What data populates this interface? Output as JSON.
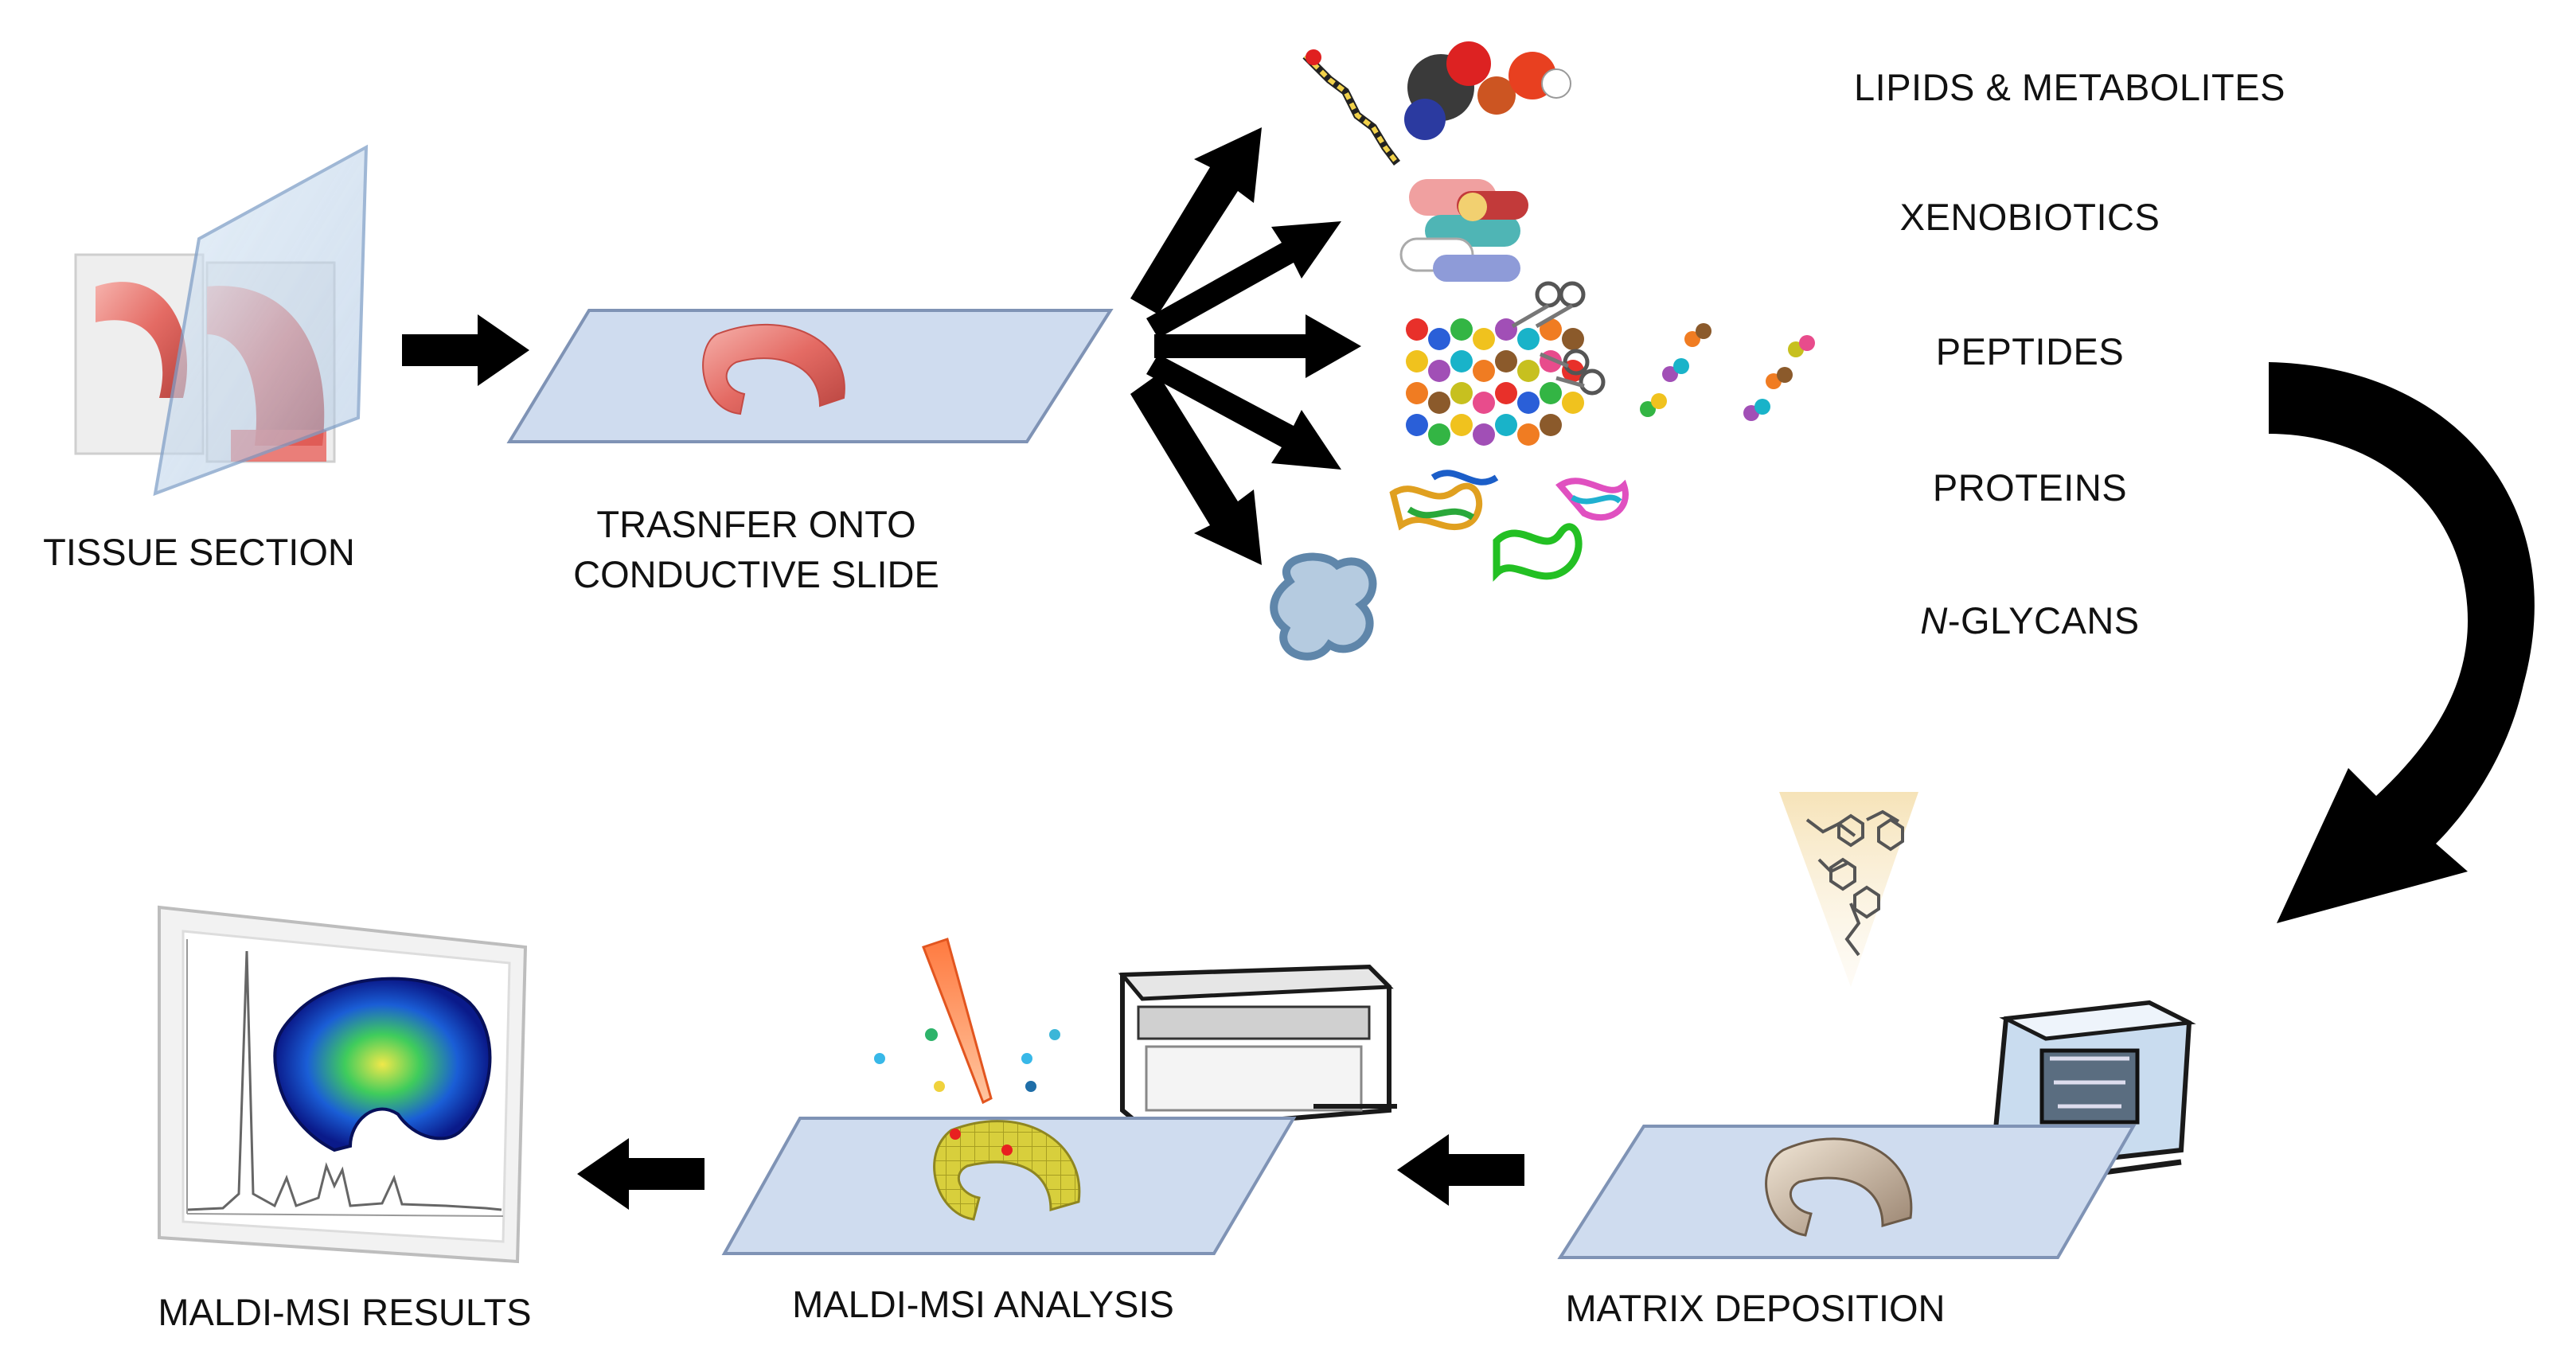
{
  "steps": {
    "tissue_section": "TISSUE SECTION",
    "transfer_line1": "TRASNFER ONTO",
    "transfer_line2": "CONDUCTIVE SLIDE",
    "matrix_deposition": "MATRIX DEPOSITION",
    "analysis": "MALDI-MSI ANALYSIS",
    "results": "MALDI-MSI RESULTS"
  },
  "analyte_classes": {
    "lipids": "LIPIDS & METABOLITES",
    "xenobiotics": "XENOBIOTICS",
    "peptides": "PEPTIDES",
    "proteins": "PROTEINS",
    "nglycans_prefix": "N",
    "nglycans_suffix": "-GLYCANS"
  },
  "colors": {
    "slide": "#cfdcef",
    "arrow": "#000000",
    "tissue": "#e46b64",
    "matrix_cone": "#f6e8c6"
  }
}
